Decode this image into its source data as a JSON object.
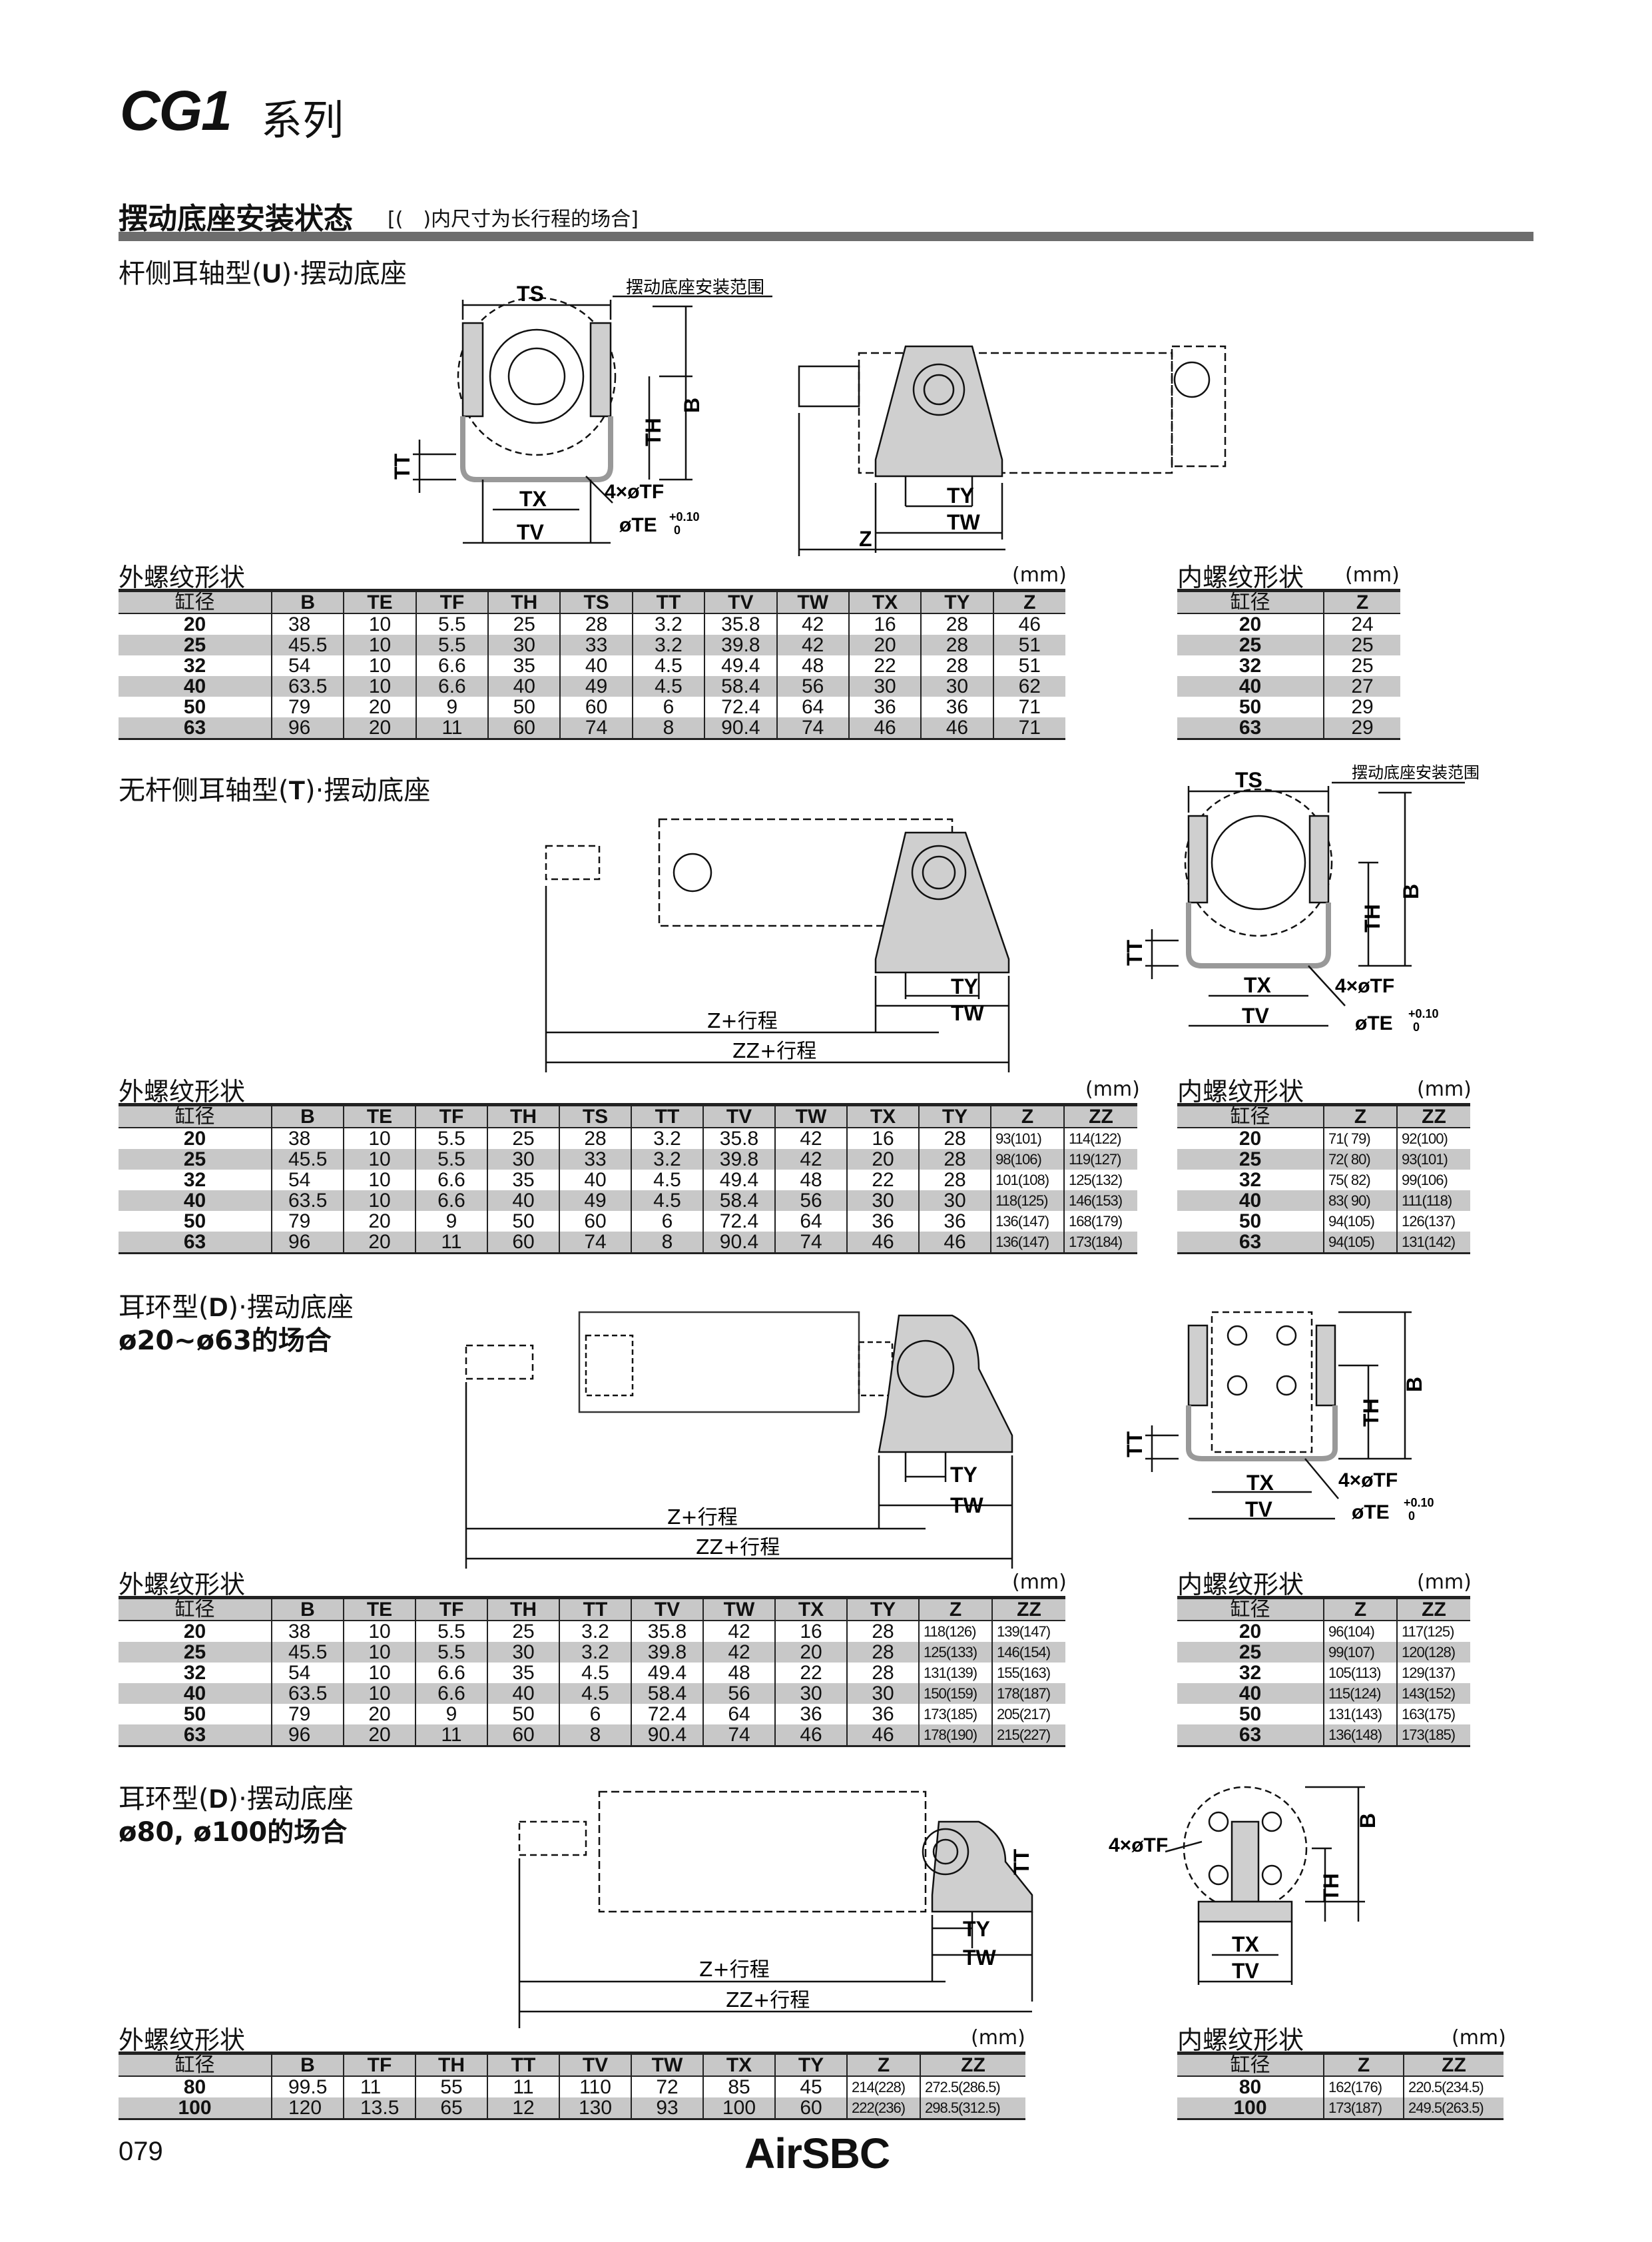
{
  "header": {
    "series": "CG1",
    "series_suffix": "系列"
  },
  "section": {
    "title": "摆动底座安装状态",
    "note": "[(　)内尺寸为长行程的场合]"
  },
  "labels": {
    "ext_thread": "外螺纹形状",
    "int_thread": "内螺纹形状",
    "unit": "(mm)",
    "mount_range": "摆动底座安装范围",
    "z_stroke": "Z+行程",
    "zz_stroke": "ZZ+行程",
    "four_tf": "4×øTF",
    "te": "øTE",
    "te_tol_up": "+0.10",
    "te_tol_lo": "0",
    "dims": {
      "TS": "TS",
      "B": "B",
      "TH": "TH",
      "TT": "TT",
      "TX": "TX",
      "TV": "TV",
      "TY": "TY",
      "TW": "TW",
      "Z": "Z"
    }
  },
  "sections": {
    "u": {
      "title_pre": "杆侧耳轴型(",
      "title_key": "U",
      "title_post": ")·摆动底座",
      "ext": {
        "headers": [
          "缸径",
          "B",
          "TE",
          "TF",
          "TH",
          "TS",
          "TT",
          "TV",
          "TW",
          "TX",
          "TY",
          "Z"
        ],
        "rows": [
          [
            "20",
            "38",
            "10",
            "5.5",
            "25",
            "28",
            "3.2",
            "35.8",
            "42",
            "16",
            "28",
            "46"
          ],
          [
            "25",
            "45.5",
            "10",
            "5.5",
            "30",
            "33",
            "3.2",
            "39.8",
            "42",
            "20",
            "28",
            "51"
          ],
          [
            "32",
            "54",
            "10",
            "6.6",
            "35",
            "40",
            "4.5",
            "49.4",
            "48",
            "22",
            "28",
            "51"
          ],
          [
            "40",
            "63.5",
            "10",
            "6.6",
            "40",
            "49",
            "4.5",
            "58.4",
            "56",
            "30",
            "30",
            "62"
          ],
          [
            "50",
            "79",
            "20",
            "9",
            "50",
            "60",
            "6",
            "72.4",
            "64",
            "36",
            "36",
            "71"
          ],
          [
            "63",
            "96",
            "20",
            "11",
            "60",
            "74",
            "8",
            "90.4",
            "74",
            "46",
            "46",
            "71"
          ]
        ]
      },
      "int": {
        "headers": [
          "缸径",
          "Z"
        ],
        "rows": [
          [
            "20",
            "24"
          ],
          [
            "25",
            "25"
          ],
          [
            "32",
            "25"
          ],
          [
            "40",
            "27"
          ],
          [
            "50",
            "29"
          ],
          [
            "63",
            "29"
          ]
        ]
      }
    },
    "t": {
      "title_pre": "无杆侧耳轴型(",
      "title_key": "T",
      "title_post": ")·摆动底座",
      "ext": {
        "headers": [
          "缸径",
          "B",
          "TE",
          "TF",
          "TH",
          "TS",
          "TT",
          "TV",
          "TW",
          "TX",
          "TY",
          "Z",
          "ZZ"
        ],
        "rows": [
          [
            "20",
            "38",
            "10",
            "5.5",
            "25",
            "28",
            "3.2",
            "35.8",
            "42",
            "16",
            "28",
            "93(101)",
            "114(122)"
          ],
          [
            "25",
            "45.5",
            "10",
            "5.5",
            "30",
            "33",
            "3.2",
            "39.8",
            "42",
            "20",
            "28",
            "98(106)",
            "119(127)"
          ],
          [
            "32",
            "54",
            "10",
            "6.6",
            "35",
            "40",
            "4.5",
            "49.4",
            "48",
            "22",
            "28",
            "101(108)",
            "125(132)"
          ],
          [
            "40",
            "63.5",
            "10",
            "6.6",
            "40",
            "49",
            "4.5",
            "58.4",
            "56",
            "30",
            "30",
            "118(125)",
            "146(153)"
          ],
          [
            "50",
            "79",
            "20",
            "9",
            "50",
            "60",
            "6",
            "72.4",
            "64",
            "36",
            "36",
            "136(147)",
            "168(179)"
          ],
          [
            "63",
            "96",
            "20",
            "11",
            "60",
            "74",
            "8",
            "90.4",
            "74",
            "46",
            "46",
            "136(147)",
            "173(184)"
          ]
        ]
      },
      "int": {
        "headers": [
          "缸径",
          "Z",
          "ZZ"
        ],
        "rows": [
          [
            "20",
            "71( 79)",
            "92(100)"
          ],
          [
            "25",
            "72( 80)",
            "93(101)"
          ],
          [
            "32",
            "75( 82)",
            "99(106)"
          ],
          [
            "40",
            "83( 90)",
            "111(118)"
          ],
          [
            "50",
            "94(105)",
            "126(137)"
          ],
          [
            "63",
            "94(105)",
            "131(142)"
          ]
        ]
      }
    },
    "d1": {
      "title_pre": "耳环型(",
      "title_key": "D",
      "title_post": ")·摆动底座",
      "title2": "ø20~ø63的场合",
      "ext": {
        "headers": [
          "缸径",
          "B",
          "TE",
          "TF",
          "TH",
          "TT",
          "TV",
          "TW",
          "TX",
          "TY",
          "Z",
          "ZZ"
        ],
        "rows": [
          [
            "20",
            "38",
            "10",
            "5.5",
            "25",
            "3.2",
            "35.8",
            "42",
            "16",
            "28",
            "118(126)",
            "139(147)"
          ],
          [
            "25",
            "45.5",
            "10",
            "5.5",
            "30",
            "3.2",
            "39.8",
            "42",
            "20",
            "28",
            "125(133)",
            "146(154)"
          ],
          [
            "32",
            "54",
            "10",
            "6.6",
            "35",
            "4.5",
            "49.4",
            "48",
            "22",
            "28",
            "131(139)",
            "155(163)"
          ],
          [
            "40",
            "63.5",
            "10",
            "6.6",
            "40",
            "4.5",
            "58.4",
            "56",
            "30",
            "30",
            "150(159)",
            "178(187)"
          ],
          [
            "50",
            "79",
            "20",
            "9",
            "50",
            "6",
            "72.4",
            "64",
            "36",
            "36",
            "173(185)",
            "205(217)"
          ],
          [
            "63",
            "96",
            "20",
            "11",
            "60",
            "8",
            "90.4",
            "74",
            "46",
            "46",
            "178(190)",
            "215(227)"
          ]
        ]
      },
      "int": {
        "headers": [
          "缸径",
          "Z",
          "ZZ"
        ],
        "rows": [
          [
            "20",
            "96(104)",
            "117(125)"
          ],
          [
            "25",
            "99(107)",
            "120(128)"
          ],
          [
            "32",
            "105(113)",
            "129(137)"
          ],
          [
            "40",
            "115(124)",
            "143(152)"
          ],
          [
            "50",
            "131(143)",
            "163(175)"
          ],
          [
            "63",
            "136(148)",
            "173(185)"
          ]
        ]
      }
    },
    "d2": {
      "title_pre": "耳环型(",
      "title_key": "D",
      "title_post": ")·摆动底座",
      "title2": "ø80, ø100的场合",
      "ext": {
        "headers": [
          "缸径",
          "B",
          "TF",
          "TH",
          "TT",
          "TV",
          "TW",
          "TX",
          "TY",
          "Z",
          "ZZ"
        ],
        "rows": [
          [
            "80",
            "99.5",
            "11",
            "55",
            "11",
            "110",
            "72",
            "85",
            "45",
            "214(228)",
            "272.5(286.5)"
          ],
          [
            "100",
            "120",
            "13.5",
            "65",
            "12",
            "130",
            "93",
            "100",
            "60",
            "222(236)",
            "298.5(312.5)"
          ]
        ]
      },
      "int": {
        "headers": [
          "缸径",
          "Z",
          "ZZ"
        ],
        "rows": [
          [
            "80",
            "162(176)",
            "220.5(234.5)"
          ],
          [
            "100",
            "173(187)",
            "249.5(263.5)"
          ]
        ]
      }
    }
  },
  "footer": {
    "page": "079",
    "logo": "AirSBC"
  }
}
